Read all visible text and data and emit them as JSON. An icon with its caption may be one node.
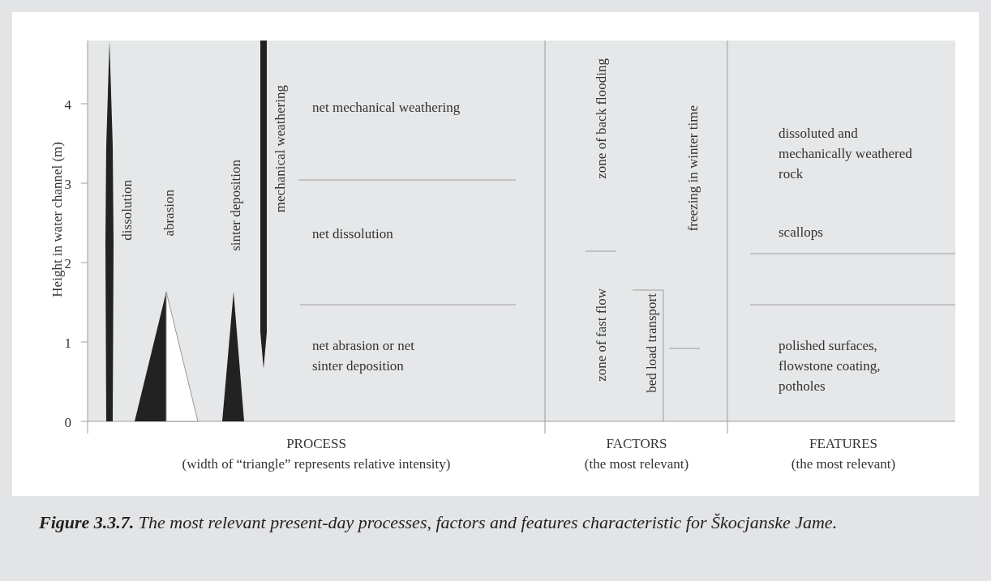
{
  "diagram": {
    "caption": "**Figure 3.3.7.** The most relevant present-day processes, factors and features characteristic for Škocjanske Jame.",
    "labels": [
      "Height in water channel (m)",
      "4",
      "3",
      "2",
      "1",
      "0",
      "dissolution",
      "abrasion",
      "sinter deposition",
      "mechanical weathering",
      "net mechanical weathering",
      "net dissolution",
      "net abrasion or net sinter deposition",
      "zone of back flooding",
      "freezing in winter time",
      "zone of fast flow",
      "bed load transport",
      "dissoluted and mechanically weathered rock",
      "scallops",
      "polished surfaces, flowstone coating, potholes",
      "PROCESS",
      "(width of “triangle” represents relative intensity)",
      "FACTORS",
      "(the most relevant)",
      "FEATURES",
      "(the most relevant)"
    ]
  }
}
